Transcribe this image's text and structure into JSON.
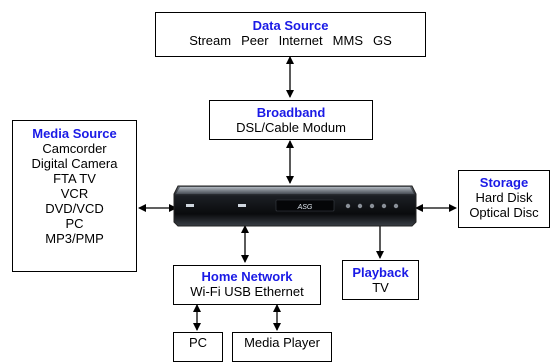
{
  "data_source": {
    "title": "Data Source",
    "items": [
      "Stream",
      "Peer",
      "Internet",
      "MMS",
      "GS"
    ]
  },
  "broadband": {
    "title": "Broadband",
    "line": "DSL/Cable Modum"
  },
  "media_source": {
    "title": "Media Source",
    "items": [
      "Camcorder",
      "Digital Camera",
      "FTA TV",
      "VCR",
      "DVD/VCD",
      "PC",
      "MP3/PMP"
    ]
  },
  "storage": {
    "title": "Storage",
    "items": [
      "Hard Disk",
      "Optical Disc"
    ]
  },
  "home_network": {
    "title": "Home Network",
    "line": "Wi-Fi USB Ethernet"
  },
  "playback": {
    "title": "Playback",
    "line": "TV"
  },
  "pc": {
    "label": "PC"
  },
  "media_player": {
    "label": "Media Player"
  },
  "device": {
    "brand_text": "ASG"
  },
  "colors": {
    "title": "#1a1ae6",
    "border": "#000000"
  }
}
